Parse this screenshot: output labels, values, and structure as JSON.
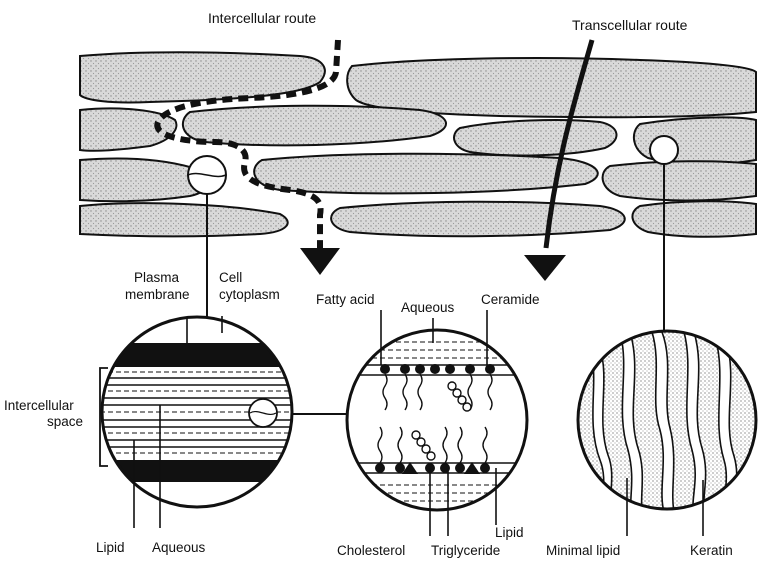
{
  "labels": {
    "intercellular_route": "Intercellular route",
    "transcellular_route": "Transcellular route",
    "plasma_membrane_1": "Plasma",
    "plasma_membrane_2": "membrane",
    "cell_cytoplasm_1": "Cell",
    "cell_cytoplasm_2": "cytoplasm",
    "intercellular_space_1": "Intercellular",
    "intercellular_space_2": "space",
    "lipid_left": "Lipid",
    "aqueous_left": "Aqueous",
    "fatty_acid": "Fatty acid",
    "aqueous_mid": "Aqueous",
    "ceramide": "Ceramide",
    "cholesterol": "Cholesterol",
    "triglyceride": "Triglyceride",
    "lipid_mid": "Lipid",
    "minimal_lipid": "Minimal lipid",
    "keratin": "Keratin"
  },
  "colors": {
    "ink": "#111111",
    "cell_fill": "#d6d6d6",
    "background": "#ffffff"
  }
}
